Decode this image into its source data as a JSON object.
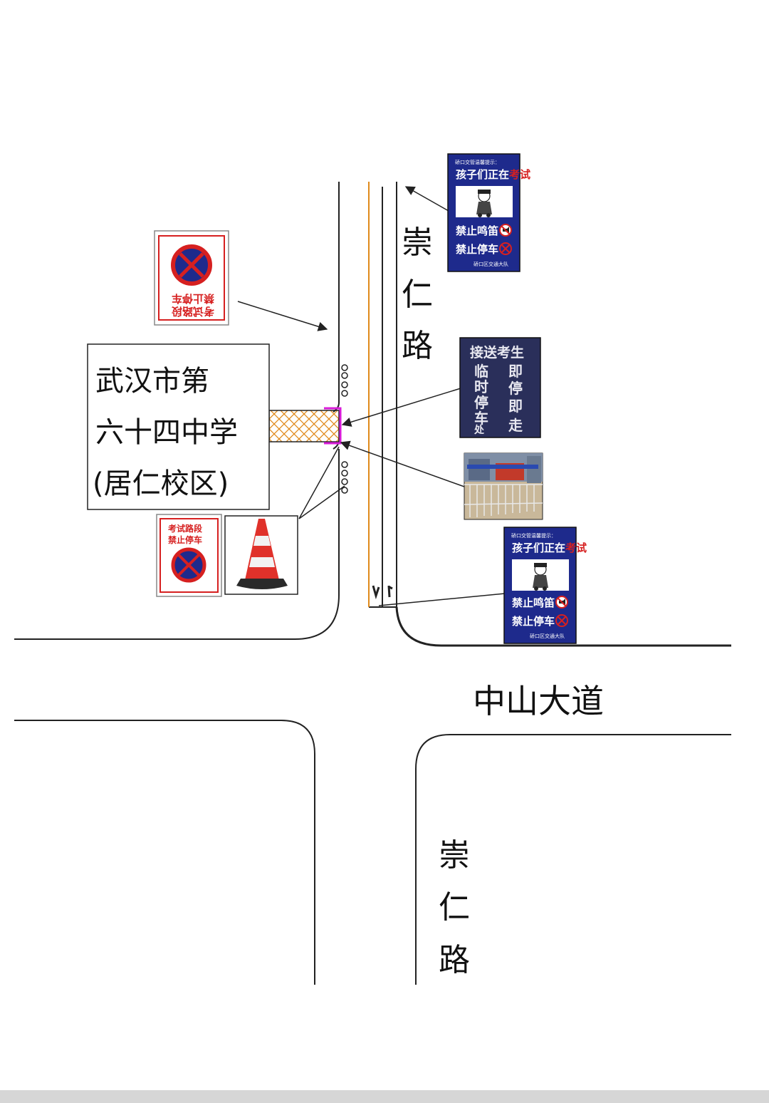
{
  "colors": {
    "road_line": "#222222",
    "center_line": "#e08a1c",
    "hatch": "#e08a1c",
    "boundary": "#d81bd8",
    "sign_blue": "#1e2a8c",
    "sign_red": "#d62020",
    "sign_dark": "#2a2f5a"
  },
  "roads": {
    "chongren_north": {
      "chars": [
        "崇",
        "仁",
        "路"
      ]
    },
    "zhongshan": {
      "label": "中山大道"
    },
    "chongren_south": {
      "chars": [
        "崇",
        "仁",
        "路"
      ]
    }
  },
  "school": {
    "lines": [
      "武汉市第",
      "六十四中学",
      "(居仁校区)"
    ]
  },
  "signs": {
    "exam_top": {
      "header": "硚口交管温馨提示：",
      "title_prefix": "孩子们正在",
      "title_highlight": "考试",
      "line1": "禁止鸣笛",
      "line2": "禁止停车",
      "footer": "硚口区交通大队",
      "icon1": "no-horn-icon",
      "icon2": "no-parking-icon"
    },
    "exam_bottom": {
      "header": "硚口交管温馨提示：",
      "title_prefix": "孩子们正在",
      "title_highlight": "考试",
      "line1": "禁止鸣笛",
      "line2": "禁止停车",
      "footer": "硚口区交通大队",
      "icon1": "no-horn-icon",
      "icon2": "no-parking-icon"
    },
    "pickup": {
      "top": "接送考生",
      "col1": [
        "临",
        "时",
        "停",
        "车",
        "处"
      ],
      "col2": [
        "即",
        "停",
        "即",
        "走"
      ]
    },
    "no_parking_mirrored": {
      "line1": "考试路段",
      "line2": "禁止停车",
      "icon": "no-parking-icon"
    },
    "no_parking": {
      "line1": "考试路段",
      "line2": "禁止停车",
      "icon": "no-parking-icon"
    },
    "cone": {
      "icon": "traffic-cone-icon"
    },
    "barrier_photo": {
      "icon": "barrier-fence-icon"
    }
  }
}
